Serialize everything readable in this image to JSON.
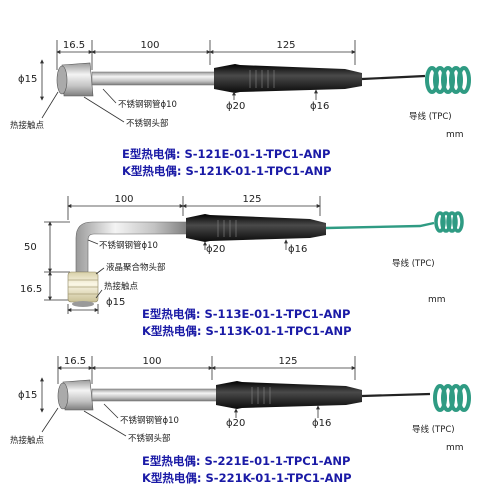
{
  "colors": {
    "model_text": "#1a1aa6",
    "cable": "#2f9b83",
    "handle": "#1c1c1c",
    "steel": "#c9c9c9",
    "polymer_head": "#efe8c8",
    "dim_line": "#333333"
  },
  "units": {
    "mm": "mm"
  },
  "probe1": {
    "dim_head": "16.5",
    "dim_tube": "100",
    "dim_handle": "125",
    "dia_head": "ϕ15",
    "dia_tube": "ϕ20",
    "dia_handle": "ϕ16",
    "label_tube": "不锈钢钢管ϕ10",
    "label_head": "不锈钢头部",
    "label_contact": "热接触点",
    "label_lead": "导线 (TPC)",
    "model_e": "E型热电偶: S-121E-01-1-TPC1-ANP",
    "model_k": "K型热电偶: S-121K-01-1-TPC1-ANP"
  },
  "probe2": {
    "dim_tube": "100",
    "dim_handle": "125",
    "dim_height": "50",
    "dim_head": "16.5",
    "dia_head": "ϕ15",
    "dia_tube": "ϕ20",
    "dia_handle": "ϕ16",
    "label_tube": "不锈钢钢管ϕ10",
    "label_head": "液晶聚合物头部",
    "label_contact": "热接触点",
    "label_lead": "导线 (TPC)",
    "model_e": "E型热电偶: S-113E-01-1-TPC1-ANP",
    "model_k": "K型热电偶: S-113K-01-1-TPC1-ANP"
  },
  "probe3": {
    "dim_head": "16.5",
    "dim_tube": "100",
    "dim_handle": "125",
    "dia_head": "ϕ15",
    "dia_tube": "ϕ20",
    "dia_handle": "ϕ16",
    "label_tube": "不锈钢钢管ϕ10",
    "label_head": "不锈钢头部",
    "label_contact": "热接触点",
    "label_lead": "导线 (TPC)",
    "model_e": "E型热电偶: S-221E-01-1-TPC1-ANP",
    "model_k": "K型热电偶: S-221K-01-1-TPC1-ANP"
  }
}
